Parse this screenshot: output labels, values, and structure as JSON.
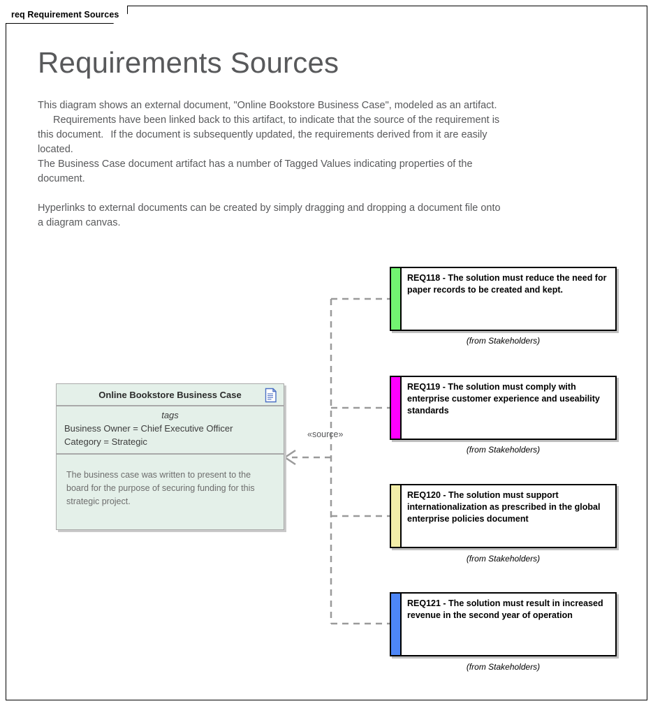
{
  "frame": {
    "tab_label": "req Requirement Sources"
  },
  "page": {
    "title": "Requirements Sources",
    "paragraphs": {
      "p1_line1": "This diagram shows an external document, \"Online Bookstore Business Case\", modeled as an artifact.",
      "p1_line2": "Requirements have been linked back to this artifact, to indicate that the source of the requirement is",
      "p1_line3a": "this document.",
      "p1_line3b": "If the document is subsequently updated, the requirements derived from it are easily",
      "p1_line4": "located.",
      "p2_line1": "The Business Case document artifact has a number of Tagged Values indicating properties of the",
      "p2_line2": "document.",
      "p3_line1": "Hyperlinks to external documents can be created by simply dragging and dropping a document file onto",
      "p3_line2": "a diagram canvas."
    }
  },
  "artifact": {
    "name": "Online Bookstore Business Case",
    "icon": "document-icon",
    "tags_caption": "tags",
    "tags": [
      "Business Owner = Chief Executive Officer",
      "Category = Strategic"
    ],
    "note": "The business case was written to present to the board for the purpose of securing funding for this strategic project.",
    "fill_color": "#e4f0e9",
    "border_color": "#a9a9a9"
  },
  "connector": {
    "stereotype": "«source»",
    "line_color": "#9a9a9a",
    "style": "dashed",
    "arrow": "open-arrow"
  },
  "requirements": [
    {
      "id": "REQ118",
      "text": "REQ118 - The solution must reduce the need for paper records to be created and kept.",
      "caption": "(from Stakeholders)",
      "color": "#72f471"
    },
    {
      "id": "REQ119",
      "text": "REQ119 - The solution must comply with enterprise customer experience and useability standards",
      "caption": "(from Stakeholders)",
      "color": "#ff00ff"
    },
    {
      "id": "REQ120",
      "text": "REQ120 - The solution must support internationalization as prescribed in the global enterprise policies document",
      "caption": "(from Stakeholders)",
      "color": "#f2eda8"
    },
    {
      "id": "REQ121",
      "text": "REQ121 - The solution must result in increased revenue in the second year of operation",
      "caption": "(from Stakeholders)",
      "color": "#4d86f7"
    }
  ]
}
